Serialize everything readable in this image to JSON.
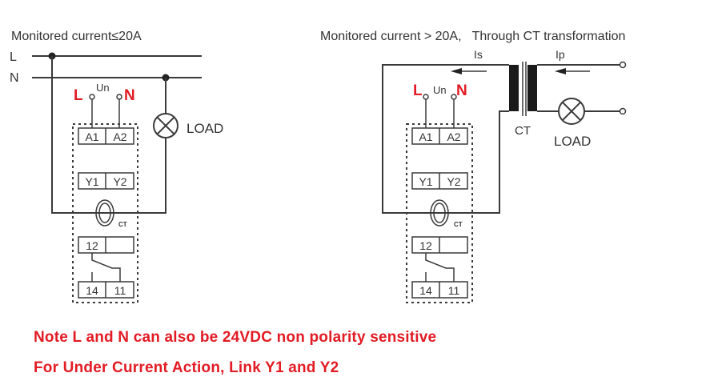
{
  "left_diagram": {
    "title": "Monitored current≤20A",
    "line_L": "L",
    "line_N": "N",
    "supply_L": "L",
    "supply_un": "Un",
    "supply_N": "N",
    "load_label": "LOAD",
    "terminals": {
      "a1": "A1",
      "a2": "A2",
      "y1": "Y1",
      "y2": "Y2",
      "t12": "12",
      "t14": "14",
      "t11": "11"
    },
    "ct_label": "CT"
  },
  "right_diagram": {
    "title": "Monitored current > 20A,   Through CT transformation",
    "is_label": "Is",
    "ip_label": "Ip",
    "supply_L": "L",
    "supply_un": "Un",
    "supply_N": "N",
    "transformer_label": "CT",
    "load_label": "LOAD",
    "terminals": {
      "a1": "A1",
      "a2": "A2",
      "y1": "Y1",
      "y2": "Y2",
      "t12": "12",
      "t14": "14",
      "t11": "11"
    },
    "ct_label": "CT"
  },
  "notes": [
    "Note L and N can also be 24VDC non polarity sensitive",
    "For Under Current Action, Link Y1 and Y2"
  ],
  "colors": {
    "accent_red": "#e21b24",
    "line": "#3a3a3a"
  }
}
